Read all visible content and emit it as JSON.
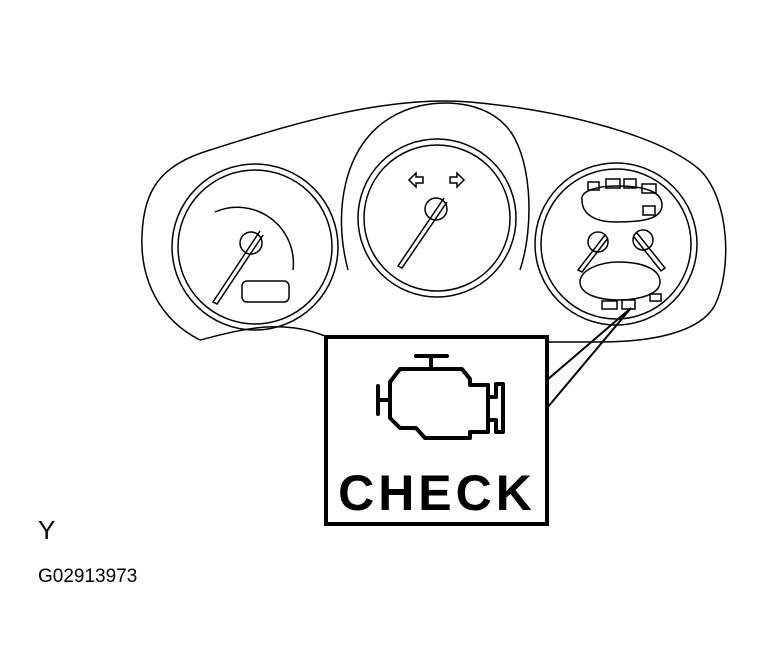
{
  "callout": {
    "label": "CHECK",
    "icon": "check-engine-icon"
  },
  "view_label": "Y",
  "figure_id": "G02913973",
  "colors": {
    "line": "#000000",
    "background": "#ffffff"
  }
}
